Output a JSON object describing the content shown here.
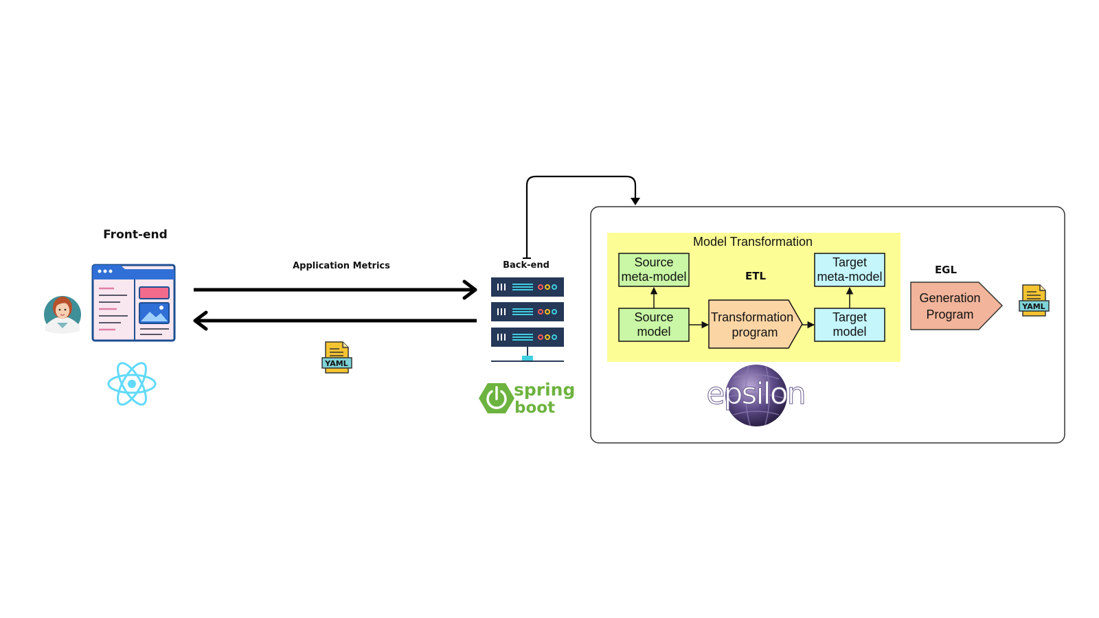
{
  "frontend": {
    "title": "Front-end"
  },
  "flow": {
    "request_label": "Application Metrics"
  },
  "backend": {
    "title": "Back-end",
    "framework_line1": "spring",
    "framework_line2": "boot"
  },
  "yaml_files": {
    "response_label": "YAML",
    "output_label": "YAML"
  },
  "pipeline": {
    "model_transformation": {
      "title": "Model Transformation",
      "language": "ETL",
      "source_meta": {
        "line1": "Source",
        "line2": "meta-model"
      },
      "source_model": {
        "line1": "Source",
        "line2": "model"
      },
      "transformation": {
        "line1": "Transformation",
        "line2": "program"
      },
      "target_meta": {
        "line1": "Target",
        "line2": "meta-model"
      },
      "target_model": {
        "line1": "Target",
        "line2": "model"
      }
    },
    "generation": {
      "language": "EGL",
      "line1": "Generation",
      "line2": "Program"
    },
    "platform": "epsilon"
  },
  "colors": {
    "panel_yellow": "#fdfd96",
    "green_box": "#c9f7a5",
    "orange_box": "#fcd5a5",
    "cyan_box": "#c4f6fb",
    "salmon_box": "#f2b49a",
    "spring_green": "#6db33f",
    "react_blue": "#61dafb",
    "server_navy": "#253858"
  }
}
